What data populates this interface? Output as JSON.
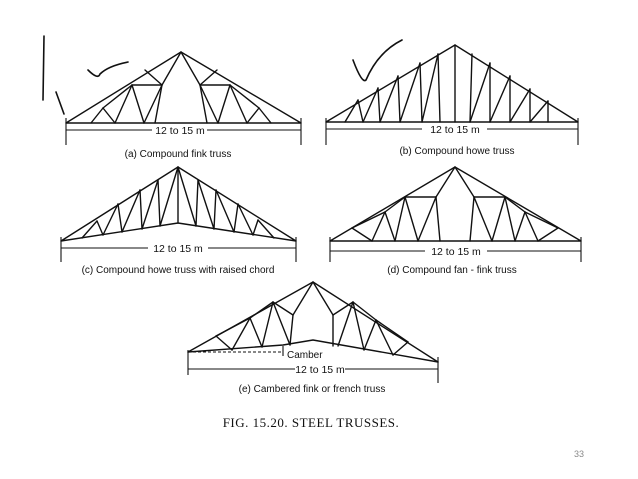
{
  "figure": {
    "caption": "FIG. 15.20. STEEL TRUSSES.",
    "page_number": "33",
    "trusses": [
      {
        "id": "a",
        "caption": "(a) Compound fink truss",
        "span_label": "12 to 15 m"
      },
      {
        "id": "b",
        "caption": "(b) Compound howe truss",
        "span_label": "12 to 15 m"
      },
      {
        "id": "c",
        "caption": "(c) Compound howe truss with raised chord",
        "span_label": "12 to 15 m"
      },
      {
        "id": "d",
        "caption": "(d) Compound fan - fink truss",
        "span_label": "12 to 15 m"
      },
      {
        "id": "e",
        "caption": "(e) Cambered fink or french truss",
        "span_label": "12 to 15 m",
        "camber_label": "Camber"
      }
    ]
  }
}
